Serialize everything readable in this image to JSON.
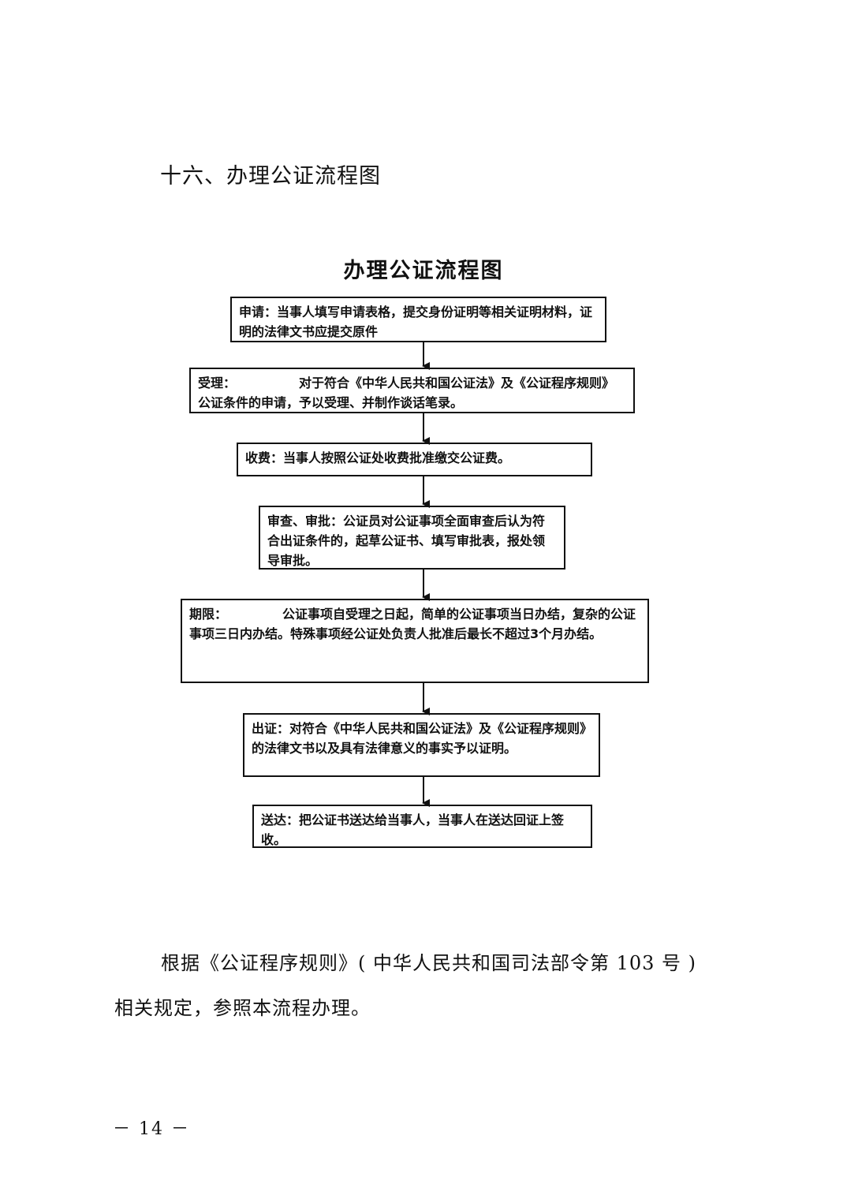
{
  "document": {
    "section_heading": "十六、办理公证流程图",
    "flowchart_title": "办理公证流程图",
    "steps": [
      {
        "label": "申请：",
        "text": "当事人填写申请表格，提交身份证明等相关证明材料，证明的法律文书应提交原件"
      },
      {
        "label": "受理：",
        "text": "对于符合《中华人民共和国公证法》及《公证程序规则》公证条件的申请，予以受理、并制作谈话笔录。"
      },
      {
        "label": "收费：",
        "text": "当事人按照公证处收费批准缴交公证费。"
      },
      {
        "label": "审查、审批：",
        "text": "公证员对公证事项全面审查后认为符合出证条件的，起草公证书、填写审批表，报处领导审批。"
      },
      {
        "label": "期限：",
        "text": "公证事项自受理之日起，简单的公证事项当日办结，复杂的公证事项三日内办结。特殊事项经公证处负责人批准后最长不超过3个月办结。"
      },
      {
        "label": "出证：",
        "text": "对符合《中华人民共和国公证法》及《公证程序规则》的法律文书以及具有法律意义的事实予以证明。"
      },
      {
        "label": "送达：",
        "text": "把公证书送达给当事人，当事人在送达回证上签收。"
      }
    ],
    "paragraph_line1": "根据《公证程序规则》( 中华人民共和国司法部令第 103 号 )",
    "paragraph_line2": "相关规定，参照本流程办理。",
    "page_number": "－ 14 －"
  }
}
